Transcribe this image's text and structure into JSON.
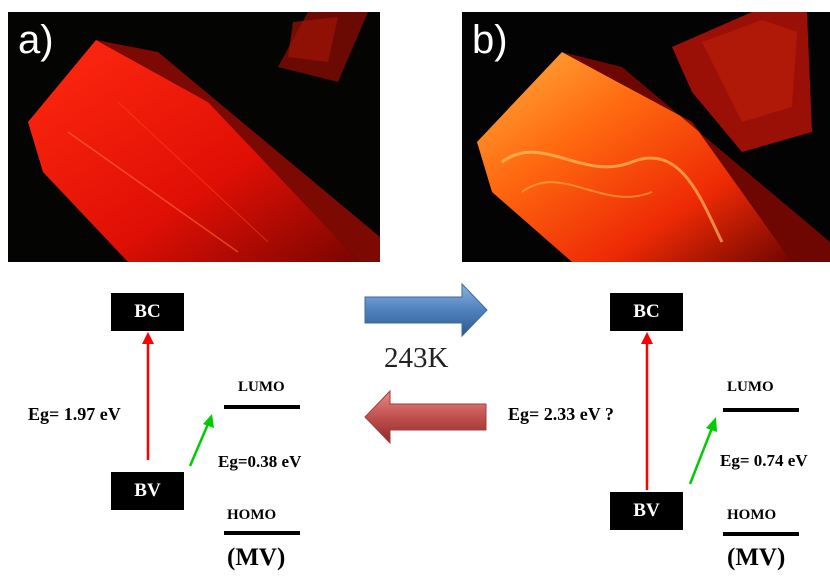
{
  "panel_a": {
    "label": "a)",
    "image": "red-crystal-micrograph"
  },
  "panel_b": {
    "label": "b)",
    "image": "red-orange-crystal-micrograph"
  },
  "transition": {
    "temperature": "243K",
    "forward_arrow_color": "#4f81bd",
    "reverse_arrow_color": "#c0504d"
  },
  "diagram_a": {
    "bc": "BC",
    "bv": "BV",
    "eg_main": "Eg= 1.97 eV",
    "lumo": "LUMO",
    "homo": "HOMO",
    "eg_mv": "Eg=0.38 eV",
    "mv": "(MV)"
  },
  "diagram_b": {
    "bc": "BC",
    "bv": "BV",
    "eg_main": "Eg= 2.33 eV ?",
    "lumo": "LUMO",
    "homo": "HOMO",
    "eg_mv": "Eg= 0.74 eV",
    "mv": "(MV)"
  },
  "colors": {
    "band_gap_arrow": "#ff0000",
    "mv_arrow": "#00cc00"
  }
}
